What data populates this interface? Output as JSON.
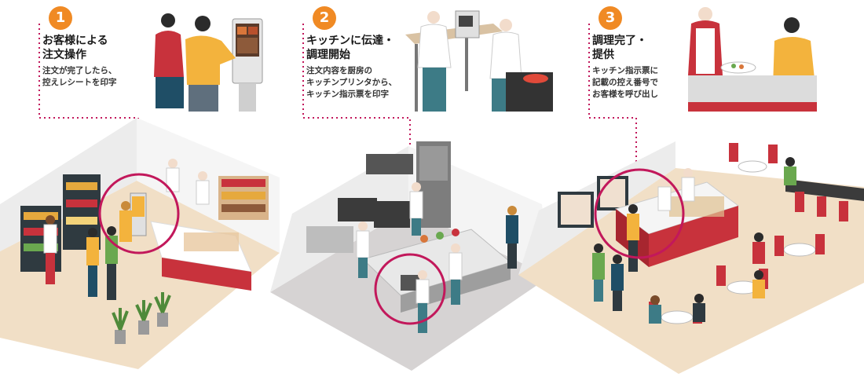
{
  "steps": [
    {
      "number": "1",
      "title_line1": "お客様による",
      "title_line2": "注文操作",
      "desc_line1": "注文が完了したら、",
      "desc_line2": "控えレシートを印字",
      "desc_line3": ""
    },
    {
      "number": "2",
      "title_line1": "キッチンに伝達・",
      "title_line2": "調理開始",
      "desc_line1": "注文内容を厨房の",
      "desc_line2": "キッチンプリンタから、",
      "desc_line3": "キッチン指示票を印字"
    },
    {
      "number": "3",
      "title_line1": "調理完了・",
      "title_line2": "提供",
      "desc_line1": "キッチン指示票に",
      "desc_line2": "記載の控え番号で",
      "desc_line3": "お客様を呼び出し"
    }
  ],
  "colors": {
    "accent_orange": "#f08a24",
    "highlight_magenta": "#c2185b",
    "counter_red": "#c8323c",
    "floor_beige": "#f1dfc6",
    "floor_grey": "#d6d3d3"
  }
}
